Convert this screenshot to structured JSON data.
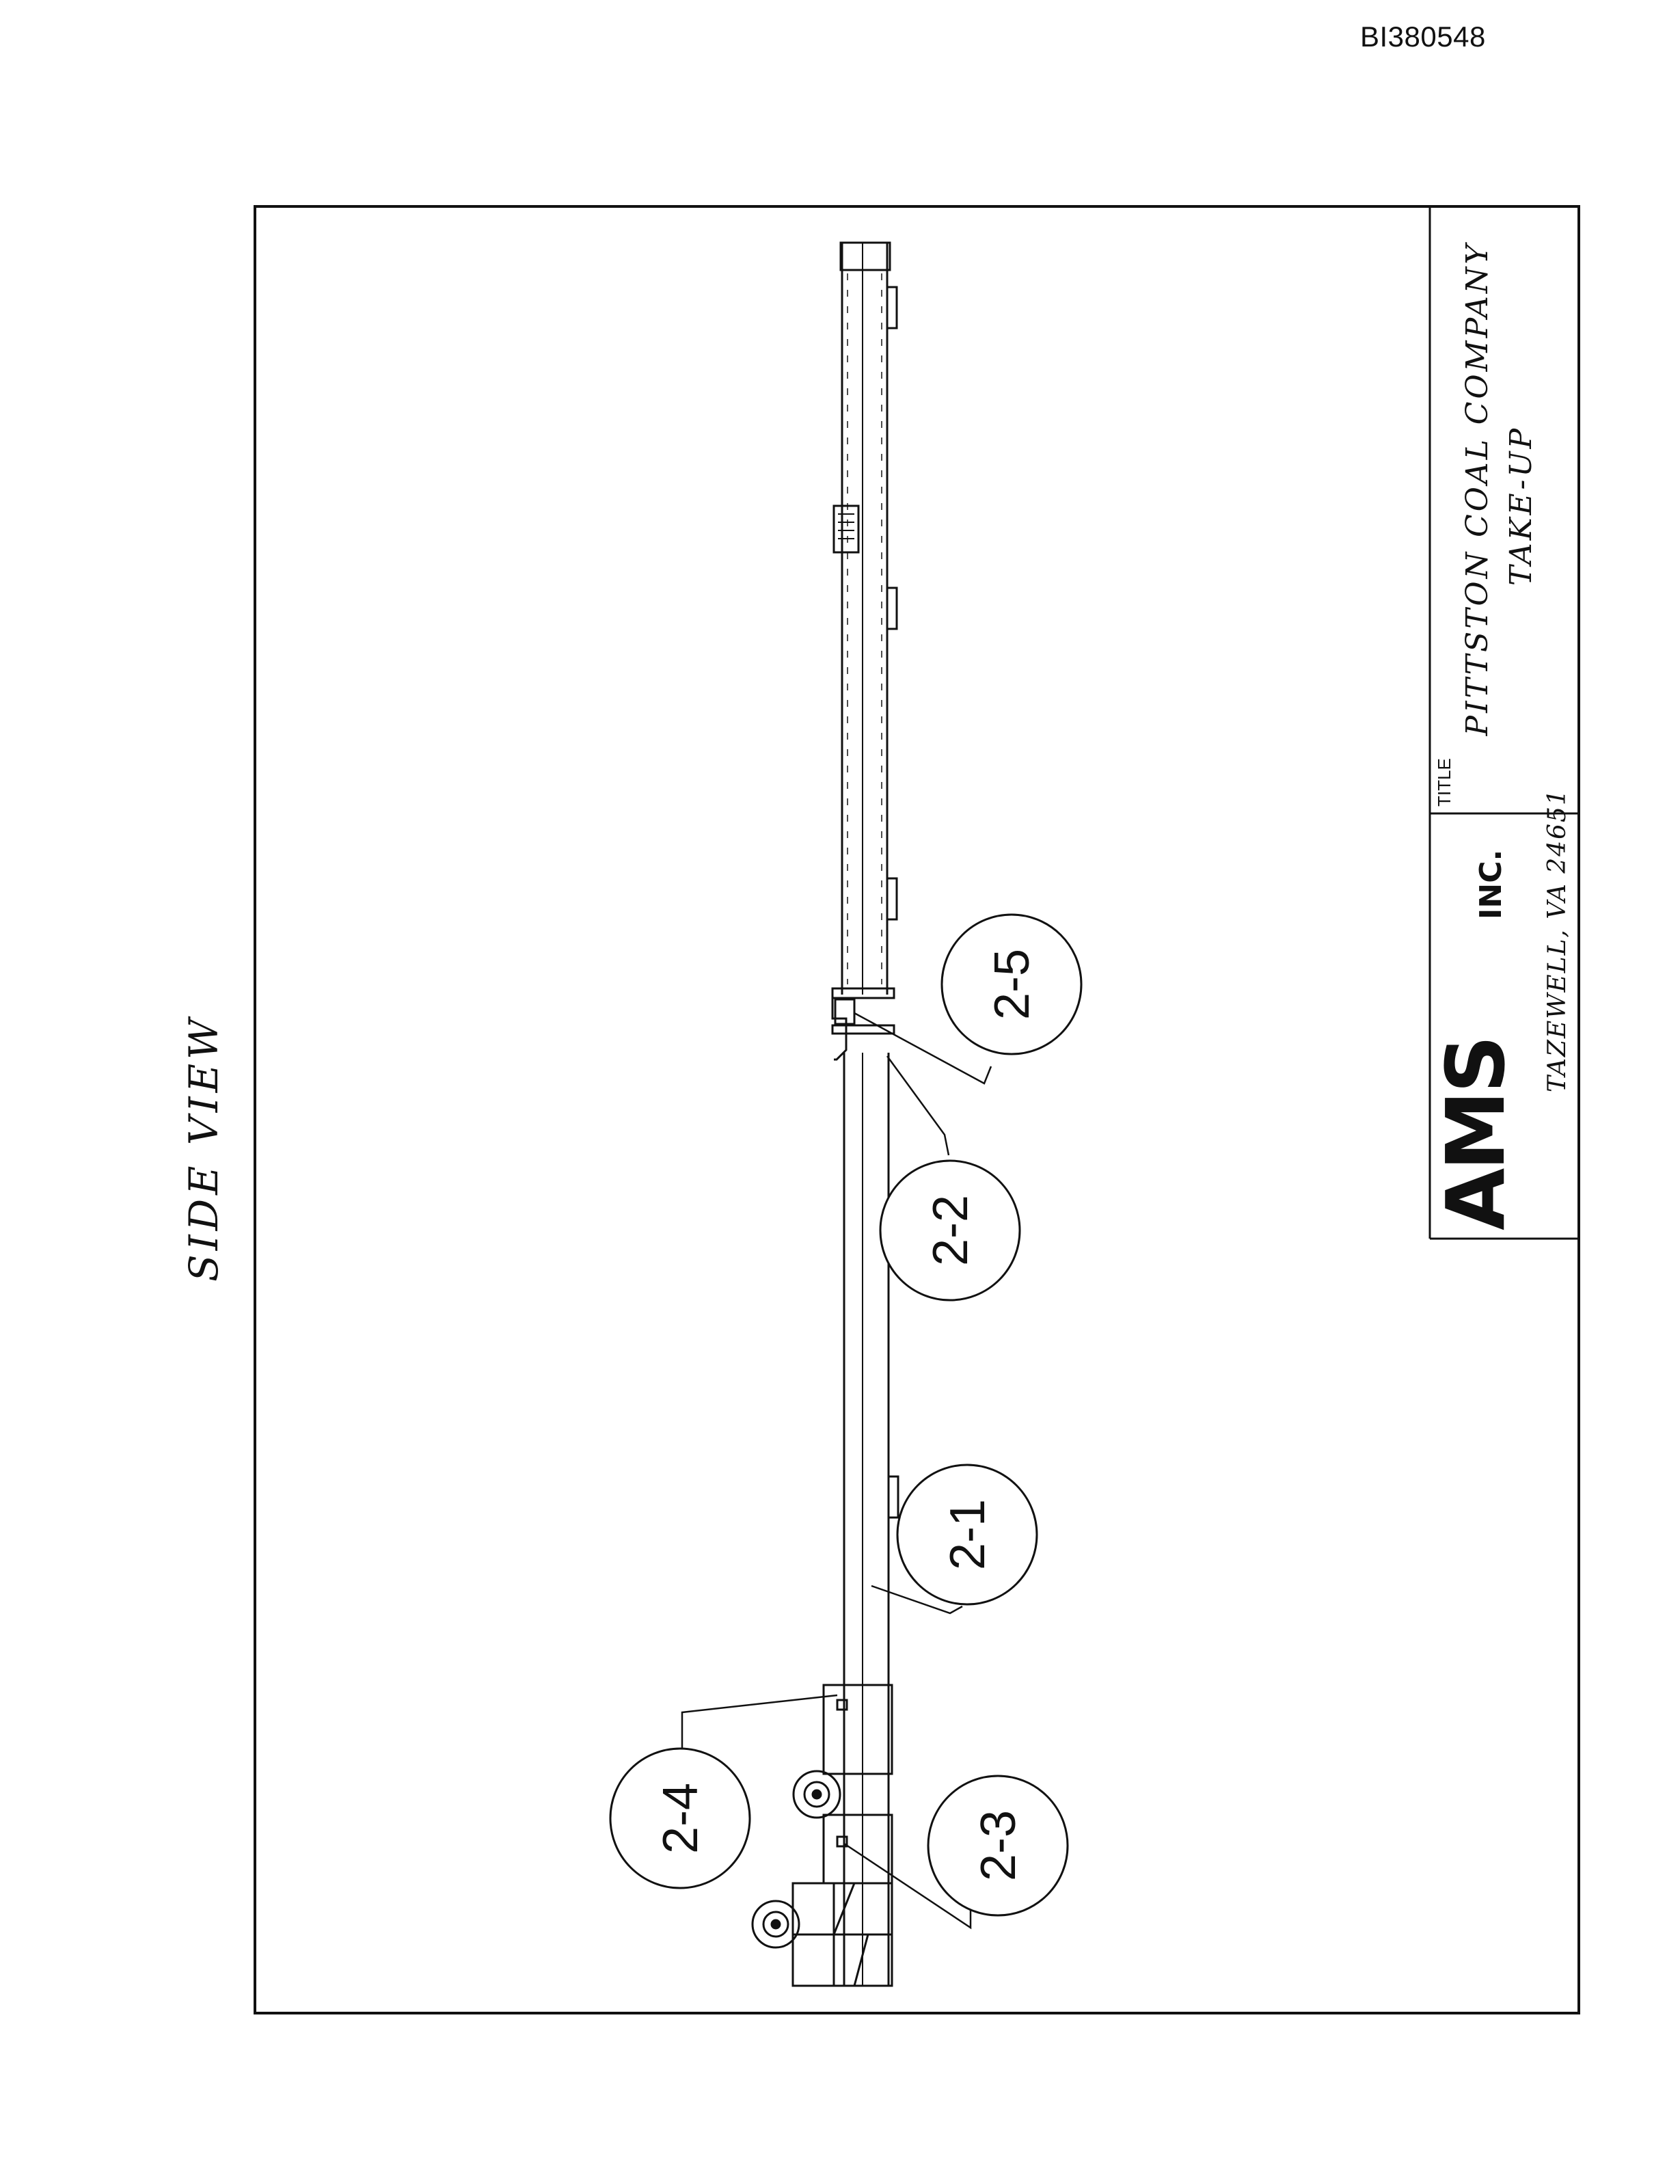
{
  "document_id": "BI380548",
  "drawing": {
    "view_title": "SIDE VIEW",
    "callouts": [
      "2-1",
      "2-2",
      "2-3",
      "2-4",
      "2-5"
    ]
  },
  "title_block": {
    "company_logo": "AMS",
    "company_suffix": "INC.",
    "company_location": "TAZEWELL, VA 24651",
    "title_label": "TITLE",
    "title_line1": "PITTSTON COAL COMPANY",
    "title_line2": "TAKE-UP"
  },
  "colors": {
    "ink": "#111111",
    "paper": "#ffffff"
  }
}
